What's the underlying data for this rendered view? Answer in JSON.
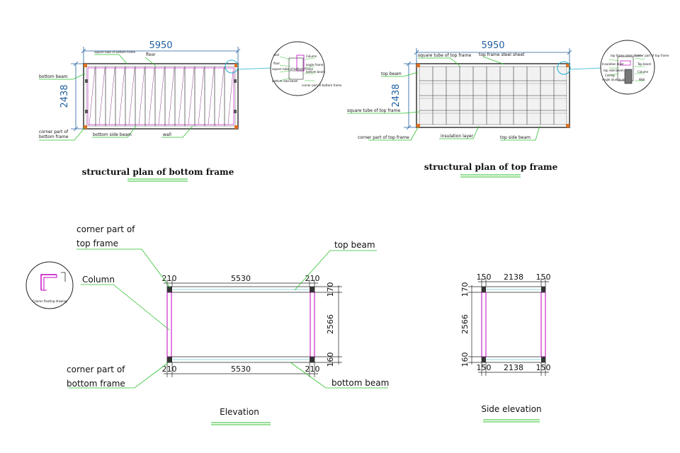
{
  "bottom_plan": {
    "title": "structural plan of bottom frame",
    "dim_length": "5950",
    "dim_width": "2438",
    "labels": {
      "square_tube": "square tube of bottom frame",
      "floor": "floor",
      "bottom_beam": "bottom beam",
      "corner_part": "corner part of\nbottom frame",
      "bottom_side_beam": "bottom side beam",
      "wall": "wall"
    },
    "detail_labels": [
      "wall",
      "Column",
      "floor",
      "square tube of bottom frame",
      "angle frame",
      "bottom beam",
      "bottom side beam",
      "corner part of bottom frame"
    ]
  },
  "top_plan": {
    "title": "structural plan of top frame",
    "dim_length": "5950",
    "dim_width": "2438",
    "labels": {
      "square_tube_top": "square tube of top frame",
      "steel_sheet": "top frame steel sheet",
      "top_beam": "top beam",
      "square_tube": "square tube of top frame",
      "corner_part": "corner part of top frame",
      "insulation": "insulation layer",
      "top_side_beam": "top side beam"
    },
    "detail_labels": [
      "top frame steel sheet",
      "corner part of top frame",
      "Insulation layer",
      "top side beam",
      "Top beam",
      "Ceiling",
      "Column",
      "Angle aluminum",
      "Wall"
    ]
  },
  "elevation": {
    "title": "Elevation",
    "labels": {
      "corner_top": "corner part of\ntop frame",
      "top_beam": "top beam",
      "column": "Column",
      "corner_bottom": "corner part of\nbottom frame",
      "bottom_beam": "bottom beam"
    },
    "column_detail": "Column floating drawing",
    "top_dims": [
      "210",
      "5530",
      "210"
    ],
    "bottom_dims": [
      "210",
      "5530",
      "210"
    ],
    "right_dims": [
      "170",
      "2566",
      "160"
    ]
  },
  "side_elevation": {
    "title": "Side elevation",
    "top_dims": [
      "150",
      "2138",
      "150"
    ],
    "bottom_dims": [
      "150",
      "2138",
      "150"
    ],
    "left_dims": [
      "170",
      "2566",
      "160"
    ]
  },
  "colors": {
    "magenta": "#c000c0",
    "leader_green": "#2fc02f",
    "dim_blue": "#1f5f9f",
    "cyan_callout": "#20b0d0",
    "orange_corner": "#e07020"
  }
}
